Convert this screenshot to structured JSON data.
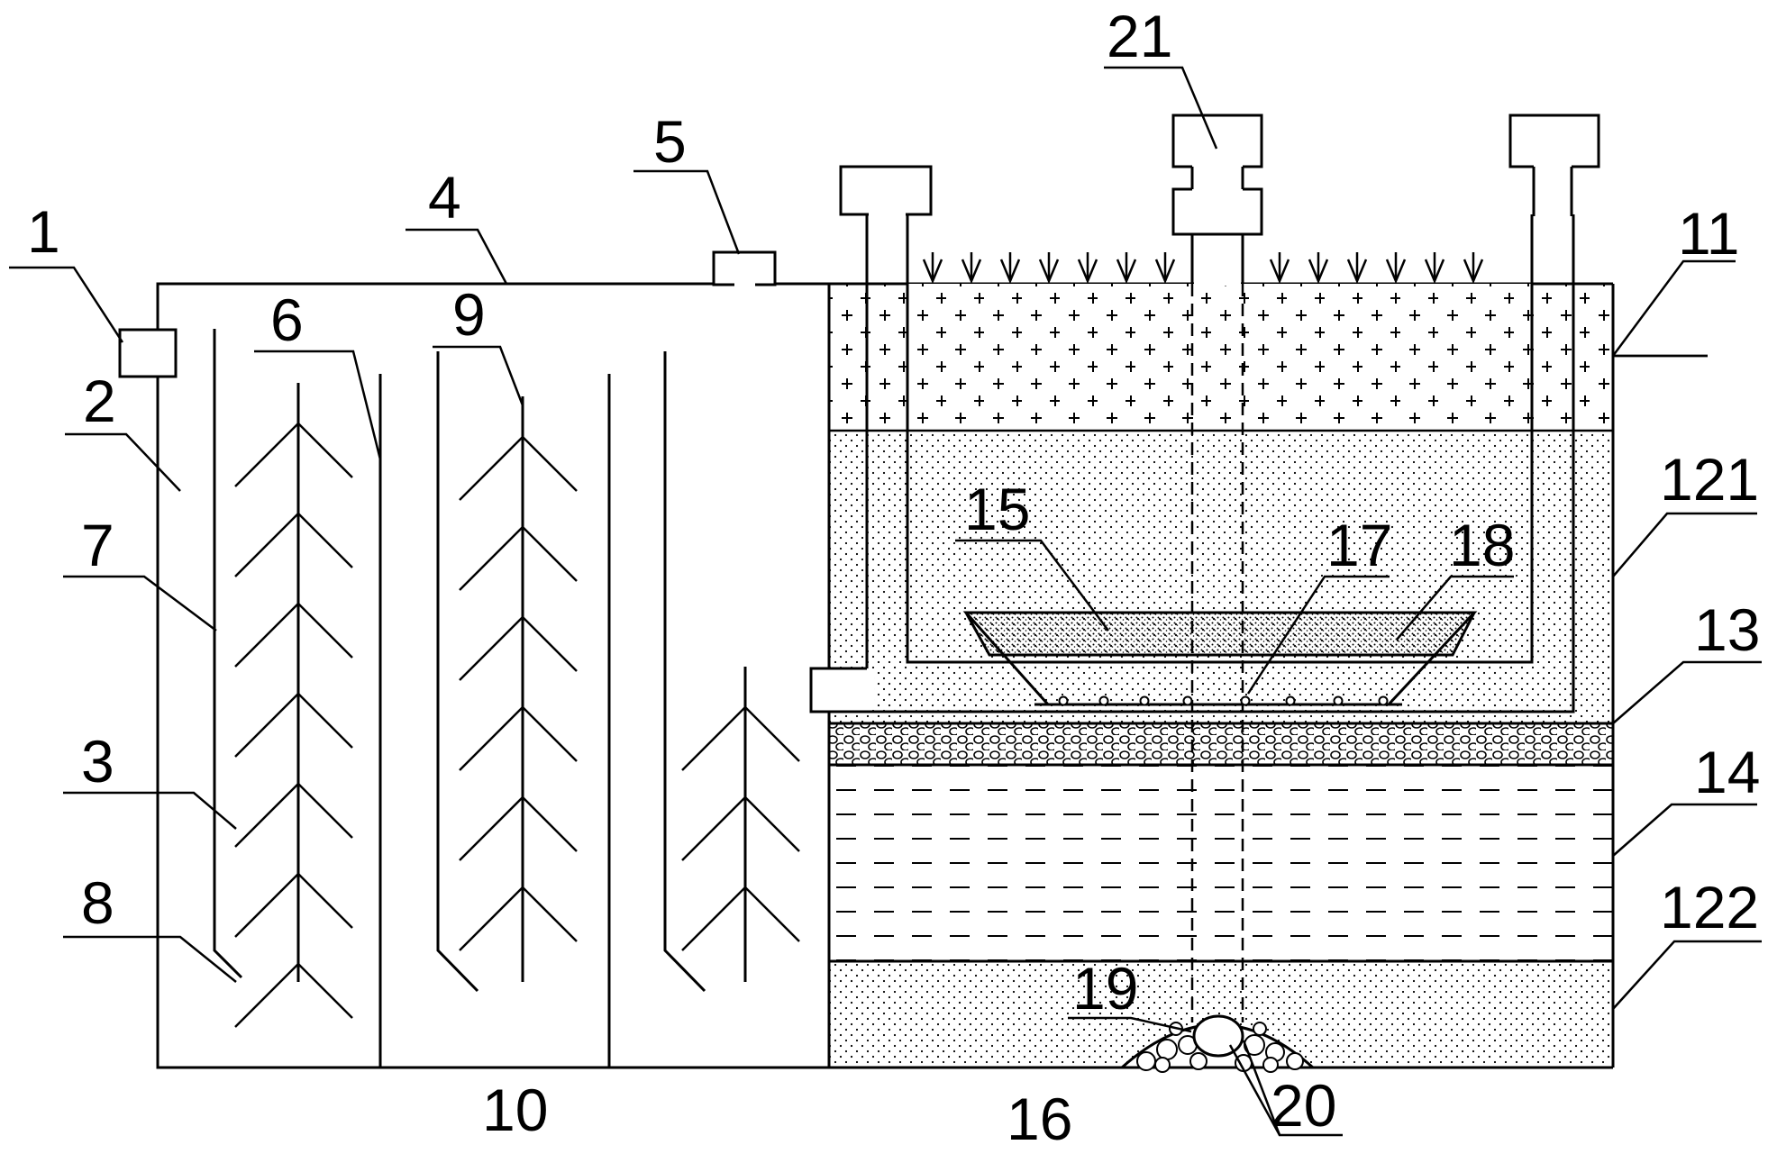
{
  "figure": {
    "labels": {
      "l1": "1",
      "l2": "2",
      "l3": "3",
      "l4": "4",
      "l5": "5",
      "l6": "6",
      "l7": "7",
      "l8": "8",
      "l9": "9",
      "l10": "10",
      "l11": "11",
      "l121": "121",
      "l122": "122",
      "l13": "13",
      "l14": "14",
      "l15": "15",
      "l16": "16",
      "l17": "17",
      "l18": "18",
      "l19": "19",
      "l20": "20",
      "l21": "21"
    }
  }
}
